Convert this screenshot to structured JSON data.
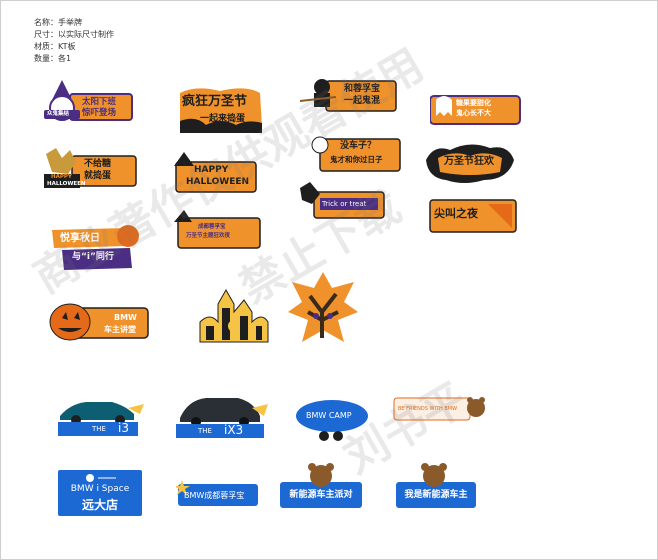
{
  "meta": {
    "name": "名称：手举牌",
    "size": "尺寸：以实际尺寸制作",
    "material": "材质：KT板",
    "quantity": "数量：各1"
  },
  "watermark": {
    "line1": "商业著作仅供观看使用",
    "line2": "禁止下载",
    "line3": "刘书平"
  },
  "signs": {
    "s1": {
      "line1": "太阳下班",
      "line2": "惊吓登场",
      "badge": "众鬼集结"
    },
    "s2": {
      "line1": "疯狂万圣节",
      "line2": "一起来捣蛋"
    },
    "s3": {
      "line1": "和蓉孚宝",
      "line2": "一起鬼混"
    },
    "s4": {
      "line1": "糖果要甜化",
      "line2": "鬼心长不大"
    },
    "s5": {
      "line1": "不给糖",
      "line2": "就捣蛋",
      "badge1": "HAPPY",
      "badge2": "HALLOWEEN"
    },
    "s6": {
      "line1": "HAPPY",
      "line2": "HALLOWEEN"
    },
    "s7": {
      "line1": "没车子？",
      "line2": "鬼才和你过日子"
    },
    "s8": {
      "line1": "万圣节狂欢"
    },
    "s9": {
      "text": "Trick or treat"
    },
    "s10": {
      "line1": "成都蓉孚宝",
      "line2": "万圣节主题狂欢夜"
    },
    "s11": {
      "text": "尖叫之夜"
    },
    "s12": {
      "line1": "悦享秋日",
      "line2": "与“i”同行"
    },
    "s13": {
      "line1": "BMW",
      "line2": "车主讲堂"
    },
    "s14": {
      "word": "THE",
      "model": "i3"
    },
    "s15": {
      "word": "THE",
      "model": "iX3"
    },
    "s16": {
      "text": "BMW CAMP"
    },
    "s17": {
      "text": "BE FRIENDS WITH BMW"
    },
    "s18": {
      "line1": "BMW i Space",
      "line2": "远大店"
    },
    "s19": {
      "text": "BMW成都蓉孚宝"
    },
    "s20": {
      "text": "新能源车主派对"
    },
    "s21": {
      "text": "我是新能源车主"
    }
  },
  "colors": {
    "orange": "#F0922B",
    "dark_orange": "#E46A1A",
    "purple": "#4B2E83",
    "black": "#1E1E1E",
    "bmw_blue": "#1C69D4",
    "yellow": "#F6C445",
    "teal": "#0E5E73"
  }
}
